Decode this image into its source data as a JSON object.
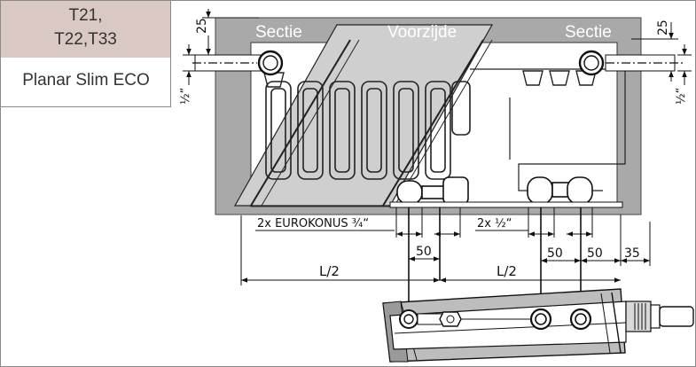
{
  "model": {
    "line1": "T21,",
    "line2": "T22,T33"
  },
  "product": "Planar Slim ECO",
  "labels": {
    "sectie_left": "Sectie",
    "voorzijde": "Voorzijde",
    "sectie_right": "Sectie",
    "eurokonus": "2x EUROKONUS ¾“",
    "half_inch_conn": "2x ½“",
    "half_inch_left": "½“",
    "half_inch_right": "½“"
  },
  "dimensions": {
    "top_left": "25",
    "top_right": "25",
    "spacing_a": "50",
    "spacing_b": "50",
    "spacing_c": "50",
    "offset_right": "35",
    "half_left": "L/2",
    "half_right": "L/2"
  },
  "colors": {
    "body_grey": "#a9a9a9",
    "section_light": "#cfcfcf",
    "header_tint": "#d9c9c2"
  }
}
